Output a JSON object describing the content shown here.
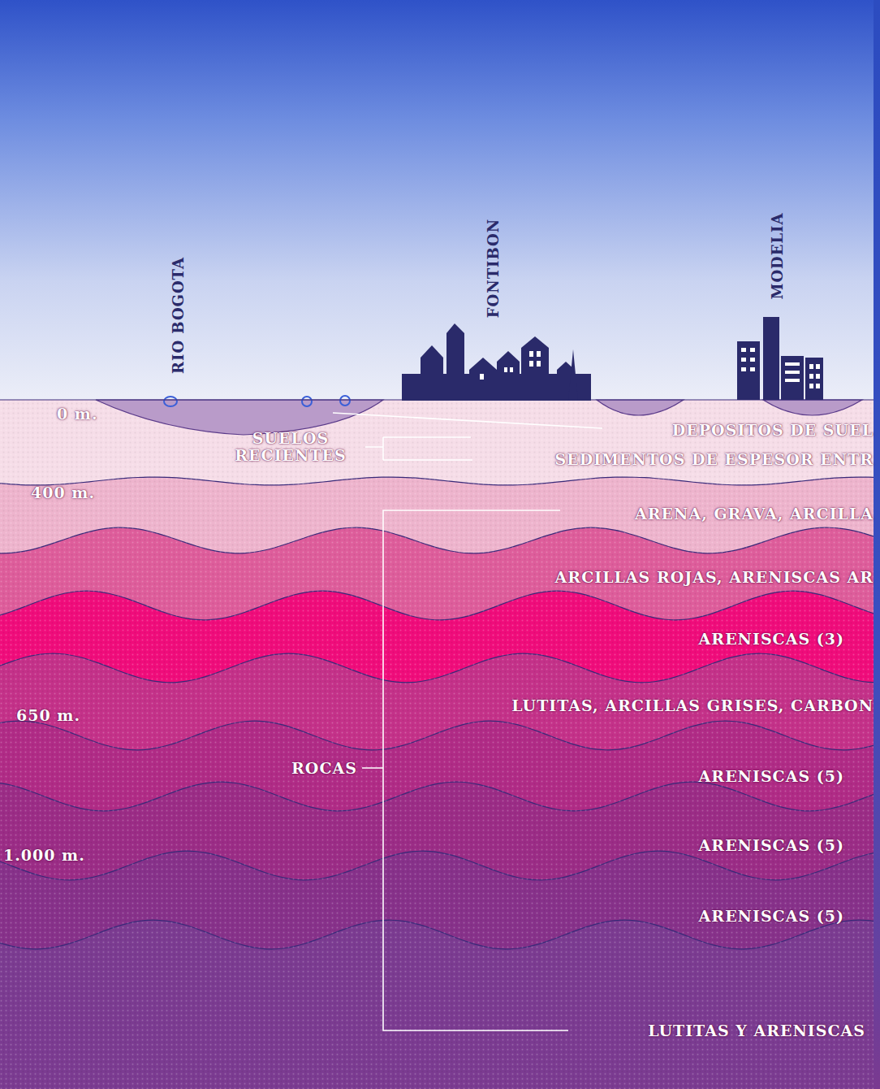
{
  "diagram": {
    "labels": [
      "RIO BOGOTA",
      "FONTIBON",
      "MODELIA",
      "0 m.",
      "SUELOS RECIENTES",
      "DEPOSITOS DE SUEL",
      "SEDIMENTOS DE ESPESOR ENTR",
      "400 m.",
      "ARENA, GRAVA, ARCILLA",
      "ARCILLAS ROJAS, ARENISCAS AR",
      "ARENISCAS (3)",
      "650 m.",
      "LUTITAS, ARCILLAS GRISES, CARBON",
      "ROCAS",
      "ARENISCAS (5)",
      "1.000 m.",
      "ARENISCAS (5)",
      "ARENISCAS (5)",
      "LUTITAS Y ARENISCAS"
    ]
  }
}
